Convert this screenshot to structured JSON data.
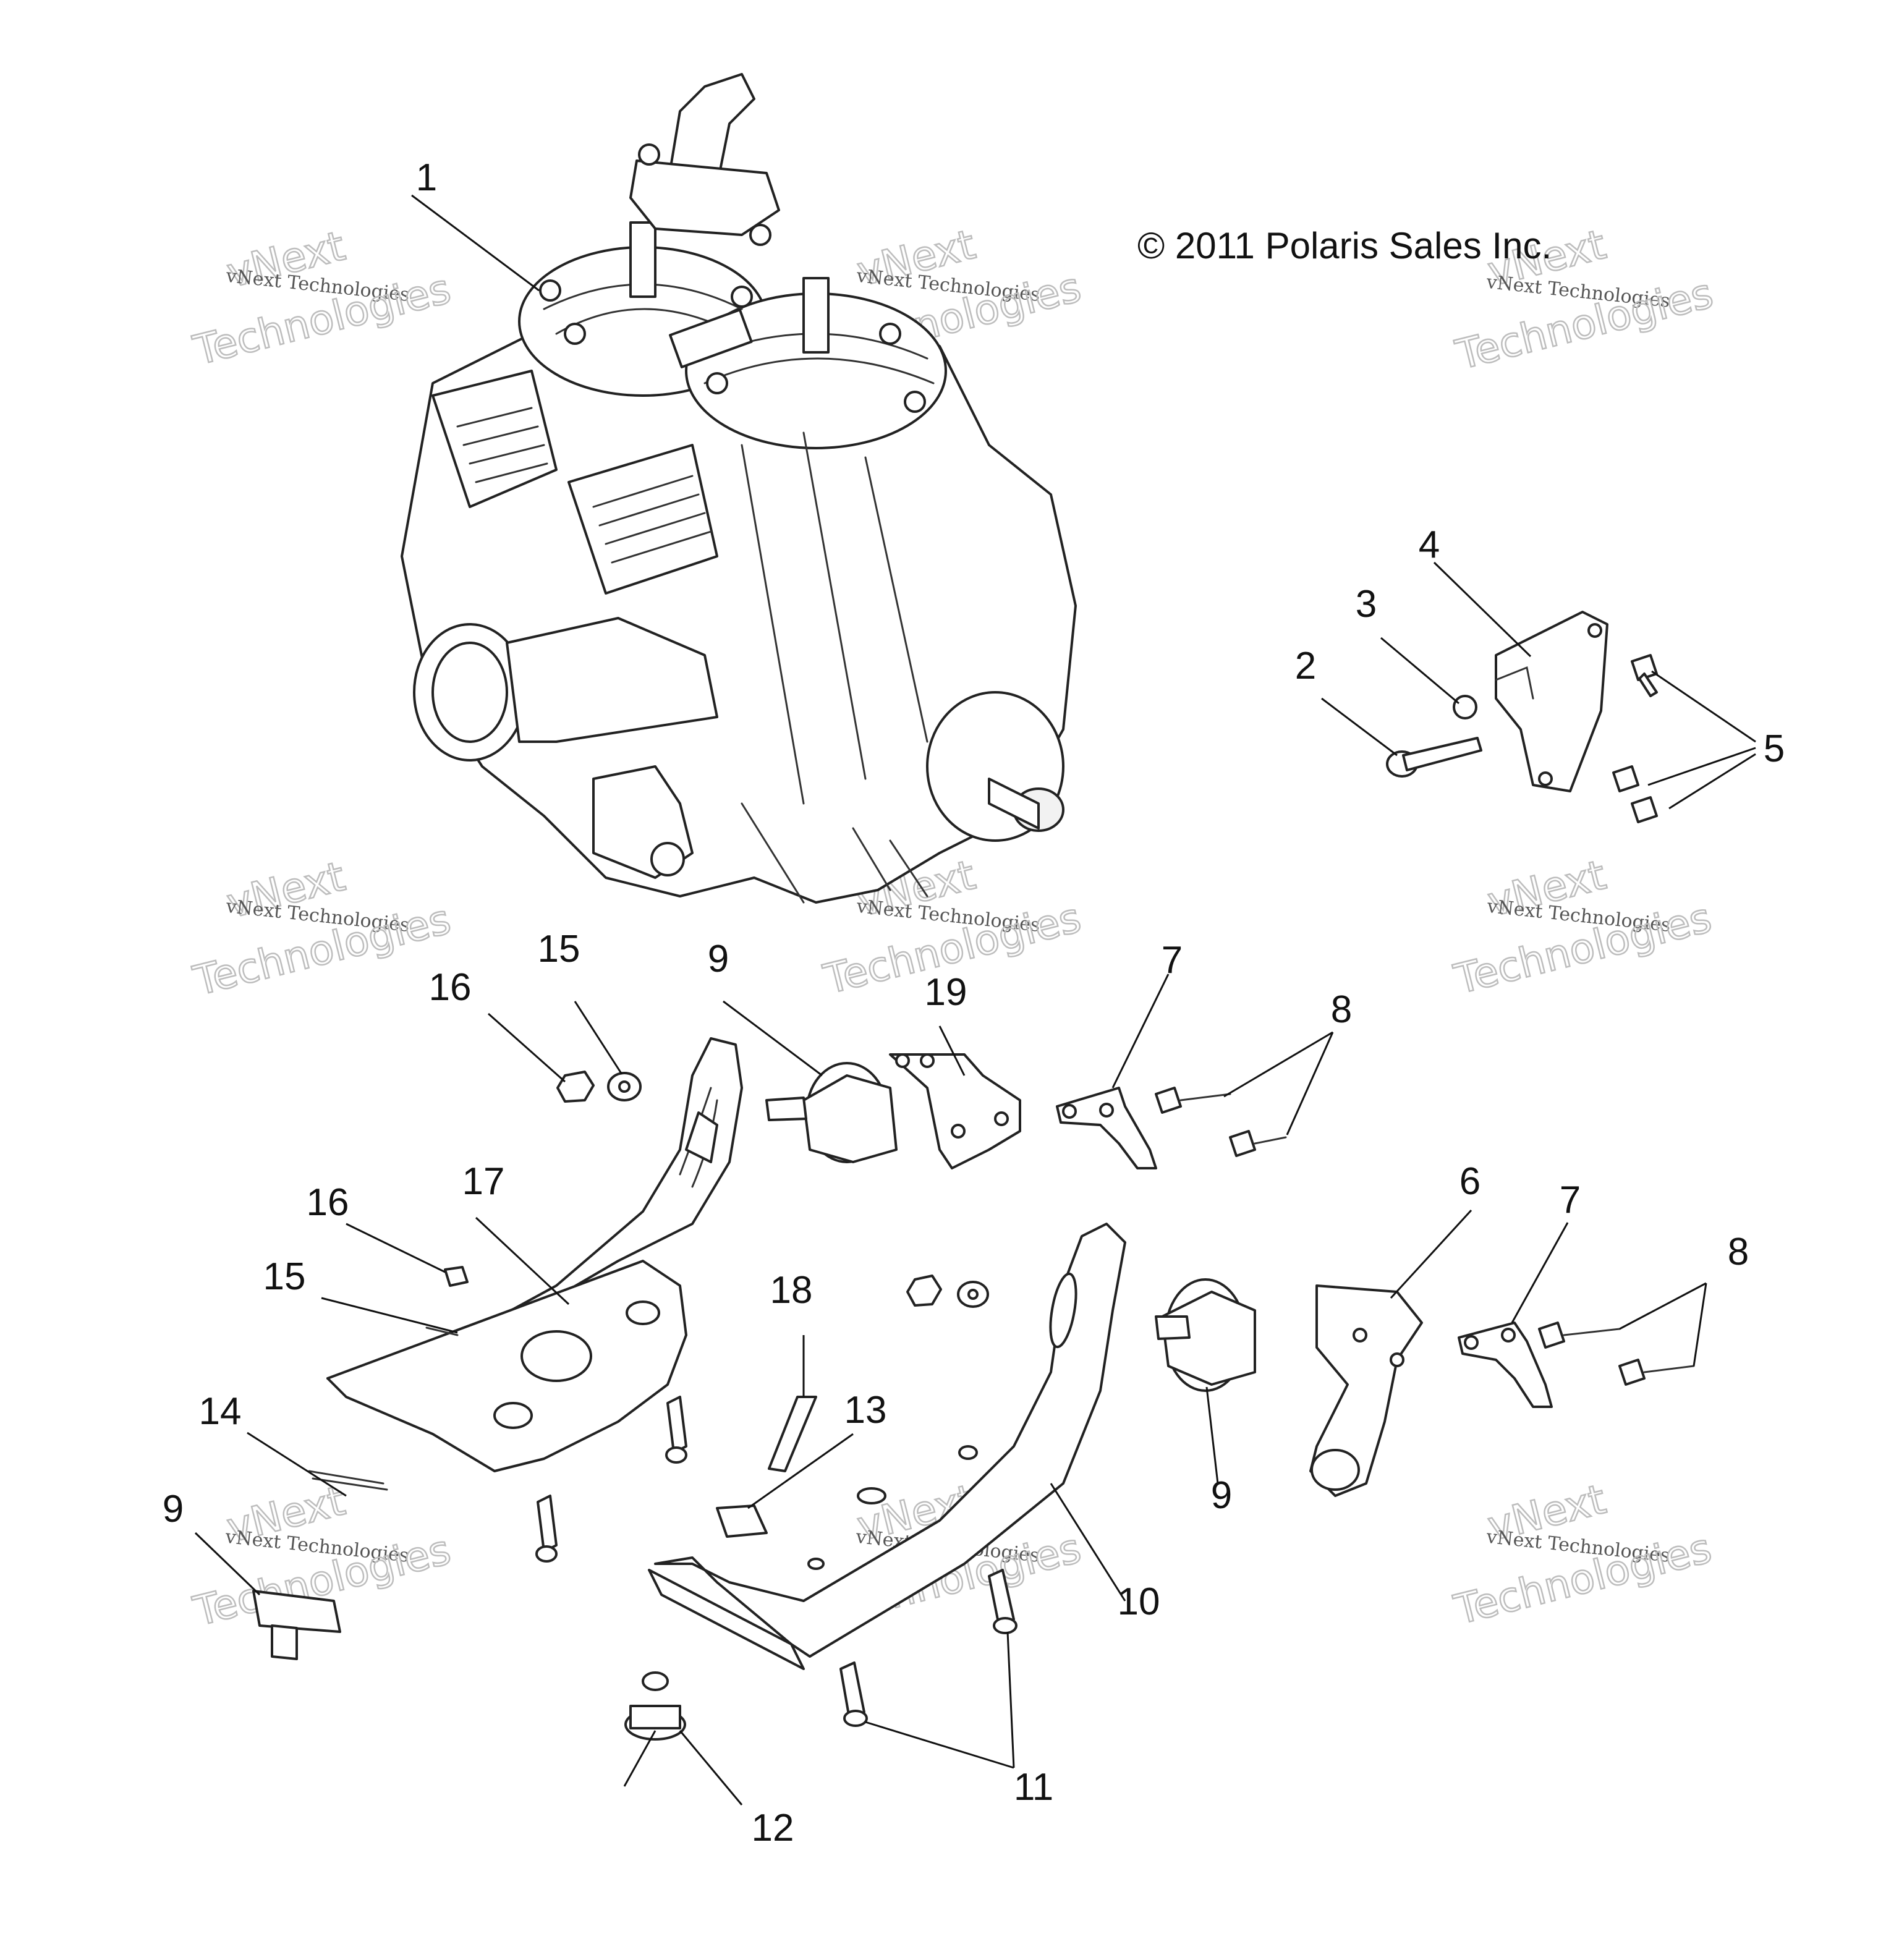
{
  "copyright": "© 2011 Polaris Sales Inc.",
  "watermark": {
    "line_small": "vNext Technologies",
    "line_big_1": "vNext",
    "line_big_2": "Technologies"
  },
  "callouts": {
    "c1": "1",
    "c2": "2",
    "c3": "3",
    "c4": "4",
    "c5": "5",
    "c6": "6",
    "c7a": "7",
    "c7b": "7",
    "c8a": "8",
    "c8b": "8",
    "c9a": "9",
    "c9b": "9",
    "c9c": "9",
    "c10": "10",
    "c11": "11",
    "c12": "12",
    "c13": "13",
    "c14": "14",
    "c15a": "15",
    "c15b": "15",
    "c16a": "16",
    "c16b": "16",
    "c17": "17",
    "c18": "18",
    "c19": "19"
  },
  "colors": {
    "line": "#222222",
    "watermark": "#bdbdbd",
    "background": "#ffffff"
  }
}
